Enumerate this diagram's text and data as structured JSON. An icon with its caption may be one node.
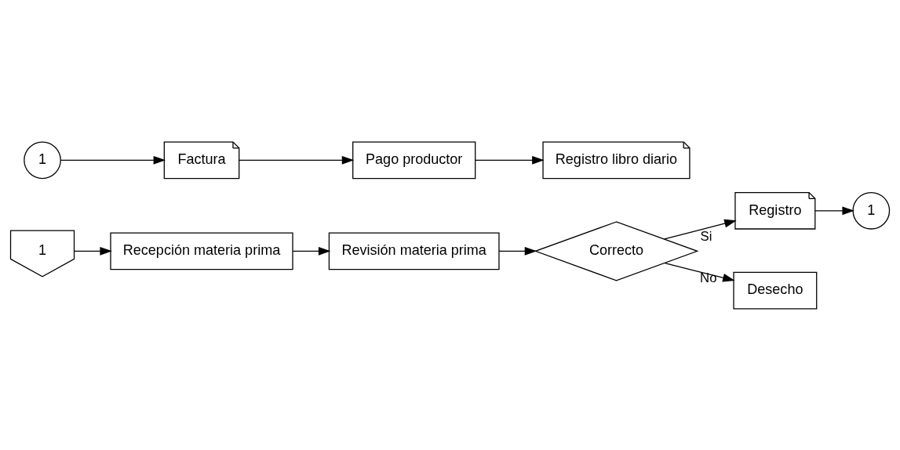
{
  "diagram": {
    "nodes": [
      {
        "text": [
          "1"
        ]
      },
      {
        "text": [
          "Recepción materia prima"
        ]
      },
      {
        "text": [
          "Revisión materia prima"
        ]
      },
      {
        "text": [
          "Correcto"
        ]
      },
      {
        "text": [
          "Registro"
        ]
      },
      {
        "text": [
          "1"
        ]
      },
      {
        "text": [
          "Desecho"
        ]
      },
      {
        "text": [
          "1"
        ]
      },
      {
        "text": [
          "Factura"
        ]
      },
      {
        "text": [
          "Pago productor"
        ]
      },
      {
        "text": [
          "Registro libro diario"
        ]
      }
    ],
    "edges": [
      {
        "from": 0,
        "to": 1,
        "arrow": "to"
      },
      {
        "from": 1,
        "to": 2,
        "arrow": "to"
      },
      {
        "from": 2,
        "to": 3,
        "arrow": "to"
      },
      {
        "from": 3,
        "to": 4,
        "arrow": "to",
        "label": "Si"
      },
      {
        "from": 4,
        "to": 5,
        "arrow": "to"
      },
      {
        "from": 3,
        "to": 6,
        "arrow": "to",
        "label": "No"
      },
      {
        "from": 7,
        "to": 8,
        "arrow": "to"
      },
      {
        "from": 8,
        "to": 9,
        "arrow": "to"
      },
      {
        "from": 9,
        "to": 10,
        "arrow": "to"
      }
    ]
  }
}
